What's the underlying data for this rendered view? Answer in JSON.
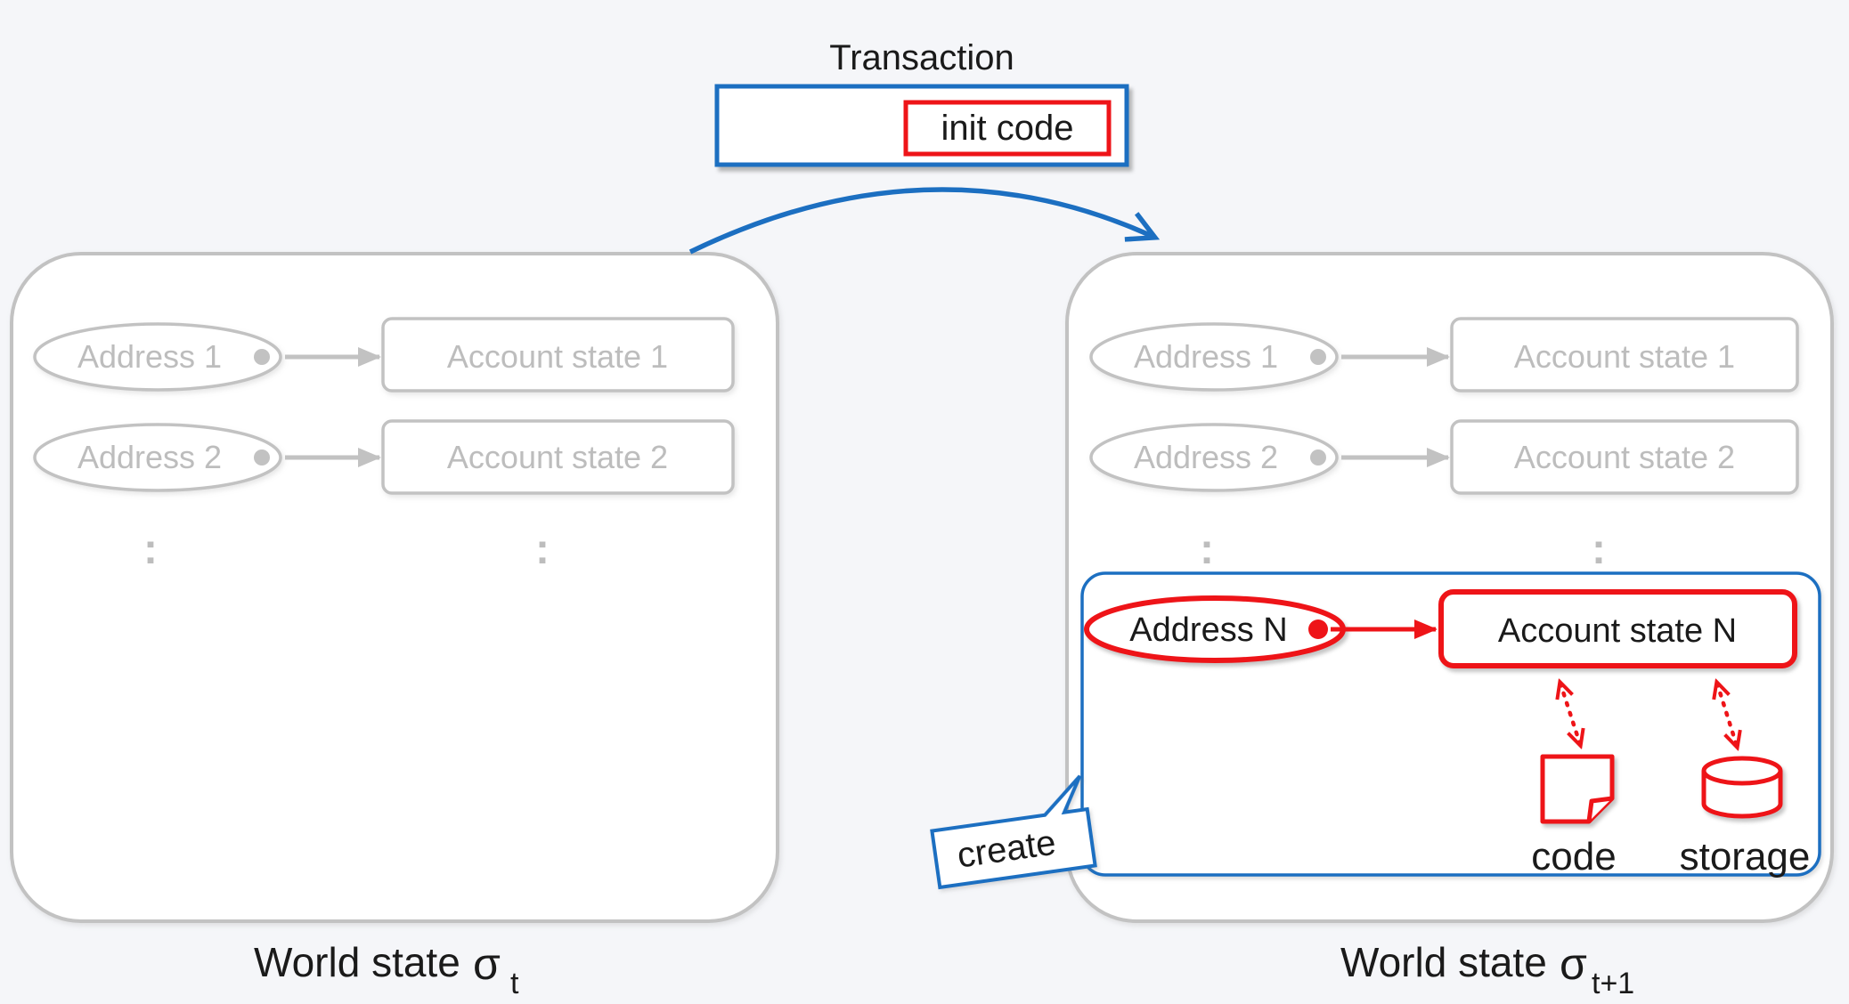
{
  "colors": {
    "blue": "#1c6fc1",
    "red": "#ee1418",
    "gray_border": "#c2c2c2",
    "gray_text": "#bdbdbd",
    "black": "#1a1a1a",
    "background": "#f5f6f9",
    "shape_fill": "#ffffff"
  },
  "transaction": {
    "title": "Transaction",
    "init_code_label": "init code"
  },
  "transition_arrow": {
    "icon": "curved-arrow-icon"
  },
  "left_world_state": {
    "caption": {
      "text": "World state",
      "sigma": "σ",
      "subscript": "t"
    },
    "rows": [
      {
        "address": "Address 1",
        "account": "Account state 1"
      },
      {
        "address": "Address 2",
        "account": "Account state 2"
      }
    ],
    "ellipsis": ":"
  },
  "right_world_state": {
    "caption": {
      "text": "World state",
      "sigma": "σ",
      "subscript": "t+1"
    },
    "rows": [
      {
        "address": "Address 1",
        "account": "Account state 1"
      },
      {
        "address": "Address 2",
        "account": "Account state 2"
      }
    ],
    "ellipsis": ":",
    "created_account": {
      "address": "Address N",
      "account": "Account state N",
      "code_label": "code",
      "storage_label": "storage",
      "create_callout": "create",
      "icons": [
        "document-code-icon",
        "storage-cylinder-icon"
      ]
    }
  }
}
